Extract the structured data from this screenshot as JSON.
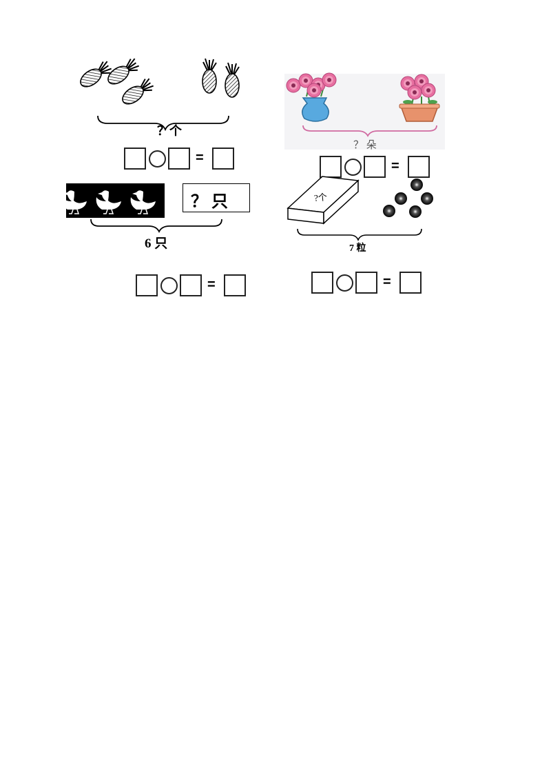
{
  "problems": [
    {
      "id": "pineapples",
      "brace_label": "？个",
      "equation": {
        "equals": "="
      }
    },
    {
      "id": "flowers",
      "brace_label": "？ 朵",
      "equation": {
        "equals": "="
      }
    },
    {
      "id": "ducks",
      "box_label": "？ 只",
      "brace_label": "6 只",
      "equation": {
        "equals": "="
      }
    },
    {
      "id": "beads",
      "box_label": "?个",
      "brace_label": "7 粒",
      "equation": {
        "equals": "="
      }
    }
  ],
  "icons": [
    "pineapple-icon",
    "flower-vase-icon",
    "flower-pot-icon",
    "duck-icon",
    "bead-icon"
  ]
}
